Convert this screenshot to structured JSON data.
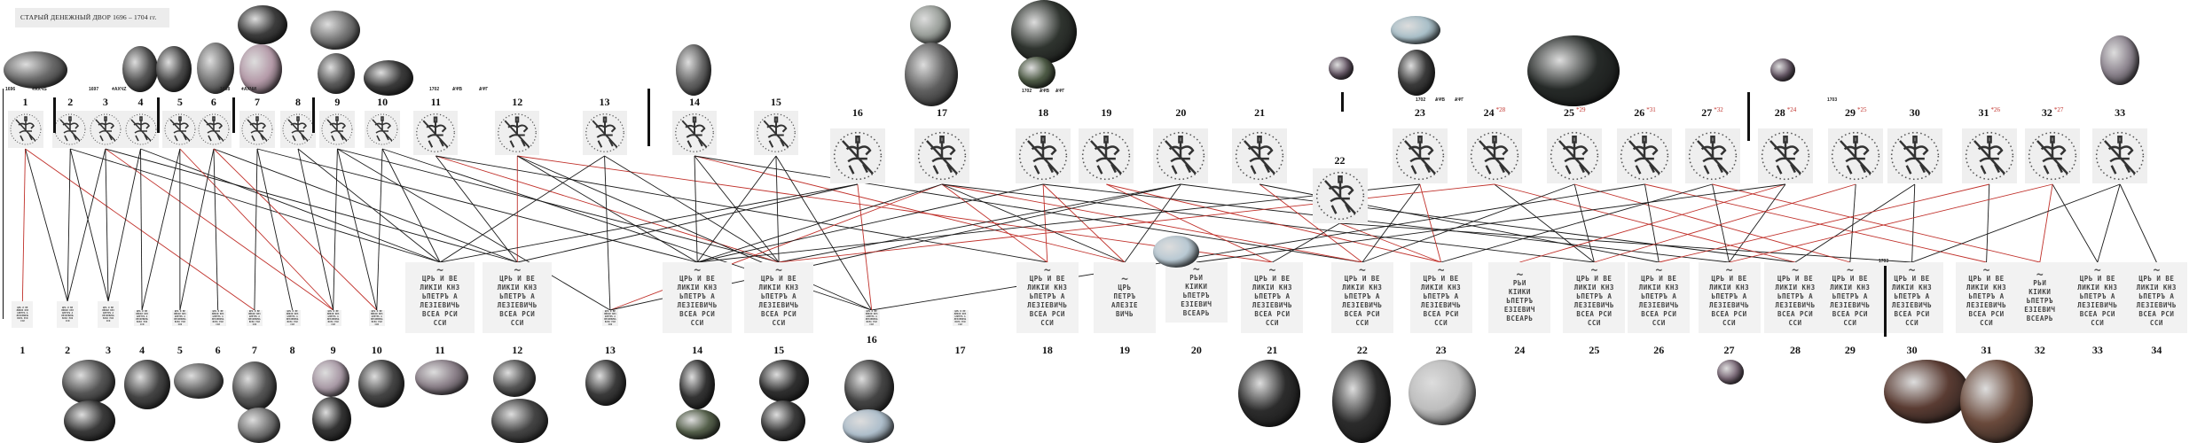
{
  "title": "СТАРЫЙ ДЕНЕЖНЫЙ ДВОР  1696 – 1704 гг.",
  "obverse_dies": [
    {
      "n": "1"
    },
    {
      "n": "2"
    },
    {
      "n": "3"
    },
    {
      "n": "4"
    },
    {
      "n": "5"
    },
    {
      "n": "6"
    },
    {
      "n": "7"
    },
    {
      "n": "8"
    },
    {
      "n": "9"
    },
    {
      "n": "10"
    },
    {
      "n": "11"
    },
    {
      "n": "12"
    },
    {
      "n": "13"
    },
    {
      "n": "14"
    },
    {
      "n": "15"
    },
    {
      "n": "16"
    },
    {
      "n": "17"
    },
    {
      "n": "18"
    },
    {
      "n": "19"
    },
    {
      "n": "20"
    },
    {
      "n": "21"
    },
    {
      "n": "22"
    },
    {
      "n": "23"
    },
    {
      "n": "24",
      "sup": "*28"
    },
    {
      "n": "25",
      "sup": "*29"
    },
    {
      "n": "26",
      "sup": "*31"
    },
    {
      "n": "27",
      "sup": "*32"
    },
    {
      "n": "28",
      "sup": "*24"
    },
    {
      "n": "29",
      "sup": "*25"
    },
    {
      "n": "30"
    },
    {
      "n": "31",
      "sup": "*26"
    },
    {
      "n": "32",
      "sup": "*27"
    },
    {
      "n": "33"
    }
  ],
  "date_marks": [
    "1696",
    "҂АХЧS",
    "1697",
    "҂АХЧZ",
    "1698",
    "҂АХЧИ",
    "1702",
    "ѦΨВ",
    "ѦΨГ",
    "1702",
    "ѦΨВ",
    "ѦΨГ",
    "1702",
    "ѦΨВ",
    "ѦΨГ",
    "1703"
  ],
  "legend_variants": [
    [
      "ЦРЬ И ВЕ",
      "ЛИКIИ КНЗ",
      "ЬПЕТРЪ А",
      "ЛЕЗIЕВИЧЬ",
      "ВСЕА РСИ",
      "ССИ"
    ],
    [
      "ЦРЬ",
      "ПЕТРЪ",
      "АЛЕЗIЕ",
      "ВИЧЬ"
    ],
    [
      "РЬИ",
      "КIИКИ",
      "ЬПЕТРЪ",
      "ЕЗIЕВИЧ",
      "ВСЕАРЬ"
    ]
  ],
  "reverse_dies": [
    {
      "n": "1",
      "v": 0
    },
    {
      "n": "2",
      "v": 0
    },
    {
      "n": "3",
      "v": 0
    },
    {
      "n": "4",
      "v": 0
    },
    {
      "n": "5",
      "v": 0
    },
    {
      "n": "6",
      "v": 0
    },
    {
      "n": "7",
      "v": 0
    },
    {
      "n": "8",
      "v": 0
    },
    {
      "n": "9",
      "v": 0
    },
    {
      "n": "10",
      "v": 0
    },
    {
      "n": "11",
      "v": 0
    },
    {
      "n": "12",
      "v": 0
    },
    {
      "n": "13",
      "v": 0
    },
    {
      "n": "14",
      "v": 0
    },
    {
      "n": "15",
      "v": 0
    },
    {
      "n": "16",
      "v": 0
    },
    {
      "n": "17",
      "v": 0
    },
    {
      "n": "18",
      "v": 0
    },
    {
      "n": "19",
      "v": 1
    },
    {
      "n": "20",
      "v": 2
    },
    {
      "n": "21",
      "v": 0
    },
    {
      "n": "22",
      "v": 0
    },
    {
      "n": "23",
      "v": 0
    },
    {
      "n": "24",
      "v": 2
    },
    {
      "n": "25",
      "v": 0
    },
    {
      "n": "26",
      "v": 0
    },
    {
      "n": "27",
      "v": 0
    },
    {
      "n": "28",
      "v": 0
    },
    {
      "n": "29",
      "v": 0
    },
    {
      "n": "30",
      "v": 0
    },
    {
      "n": "31",
      "v": 0
    },
    {
      "n": "32",
      "v": 2
    },
    {
      "n": "33",
      "v": 0
    },
    {
      "n": "34",
      "v": 0
    }
  ],
  "reverse_extra_label": "1703",
  "links": [
    [
      1,
      1,
      "red"
    ],
    [
      1,
      2,
      "black"
    ],
    [
      1,
      7,
      "red"
    ],
    [
      2,
      2,
      "black"
    ],
    [
      2,
      3,
      "black"
    ],
    [
      2,
      11,
      "black"
    ],
    [
      3,
      2,
      "black"
    ],
    [
      3,
      3,
      "black"
    ],
    [
      3,
      9,
      "red"
    ],
    [
      3,
      12,
      "black"
    ],
    [
      4,
      4,
      "black"
    ],
    [
      4,
      3,
      "black"
    ],
    [
      4,
      11,
      "black"
    ],
    [
      5,
      5,
      "black"
    ],
    [
      5,
      4,
      "black"
    ],
    [
      5,
      9,
      "red"
    ],
    [
      6,
      6,
      "black"
    ],
    [
      6,
      5,
      "black"
    ],
    [
      6,
      12,
      "black"
    ],
    [
      6,
      10,
      "red"
    ],
    [
      7,
      7,
      "black"
    ],
    [
      7,
      8,
      "black"
    ],
    [
      7,
      14,
      "black"
    ],
    [
      8,
      9,
      "black"
    ],
    [
      8,
      11,
      "black"
    ],
    [
      9,
      9,
      "black"
    ],
    [
      9,
      10,
      "black"
    ],
    [
      9,
      13,
      "black"
    ],
    [
      9,
      15,
      "black"
    ],
    [
      10,
      10,
      "black"
    ],
    [
      10,
      11,
      "black"
    ],
    [
      10,
      16,
      "black"
    ],
    [
      11,
      12,
      "black"
    ],
    [
      11,
      15,
      "red"
    ],
    [
      11,
      18,
      "black"
    ],
    [
      12,
      12,
      "red"
    ],
    [
      12,
      14,
      "black"
    ],
    [
      12,
      21,
      "red"
    ],
    [
      12,
      16,
      "black"
    ],
    [
      13,
      13,
      "black"
    ],
    [
      13,
      15,
      "black"
    ],
    [
      13,
      11,
      "black"
    ],
    [
      14,
      14,
      "black"
    ],
    [
      14,
      15,
      "black"
    ],
    [
      14,
      19,
      "red"
    ],
    [
      14,
      22,
      "black"
    ],
    [
      15,
      15,
      "black"
    ],
    [
      15,
      16,
      "black"
    ],
    [
      15,
      14,
      "black"
    ],
    [
      16,
      11,
      "black"
    ],
    [
      16,
      16,
      "red"
    ],
    [
      16,
      12,
      "black"
    ],
    [
      17,
      13,
      "red"
    ],
    [
      17,
      14,
      "black"
    ],
    [
      17,
      18,
      "red"
    ],
    [
      17,
      19,
      "black"
    ],
    [
      17,
      22,
      "red"
    ],
    [
      17,
      25,
      "black"
    ],
    [
      18,
      18,
      "red"
    ],
    [
      18,
      19,
      "red"
    ],
    [
      18,
      14,
      "black"
    ],
    [
      18,
      27,
      "black"
    ],
    [
      19,
      21,
      "red"
    ],
    [
      19,
      23,
      "red"
    ],
    [
      20,
      13,
      "black"
    ],
    [
      20,
      15,
      "black"
    ],
    [
      20,
      19,
      "black"
    ],
    [
      20,
      28,
      "black"
    ],
    [
      21,
      22,
      "red"
    ],
    [
      21,
      26,
      "black"
    ],
    [
      22,
      21,
      "black"
    ],
    [
      22,
      23,
      "red"
    ],
    [
      22,
      30,
      "black"
    ],
    [
      23,
      22,
      "black"
    ],
    [
      23,
      23,
      "red"
    ],
    [
      23,
      14,
      "black"
    ],
    [
      24,
      25,
      "black"
    ],
    [
      24,
      28,
      "red"
    ],
    [
      24,
      15,
      "red"
    ],
    [
      25,
      25,
      "black"
    ],
    [
      25,
      22,
      "black"
    ],
    [
      25,
      29,
      "red"
    ],
    [
      26,
      26,
      "black"
    ],
    [
      26,
      31,
      "red"
    ],
    [
      26,
      16,
      "black"
    ],
    [
      27,
      27,
      "black"
    ],
    [
      27,
      32,
      "red"
    ],
    [
      27,
      23,
      "black"
    ],
    [
      28,
      24,
      "red"
    ],
    [
      28,
      27,
      "black"
    ],
    [
      28,
      20,
      "black"
    ],
    [
      29,
      25,
      "red"
    ],
    [
      29,
      29,
      "black"
    ],
    [
      30,
      30,
      "black"
    ],
    [
      30,
      28,
      "black"
    ],
    [
      31,
      26,
      "red"
    ],
    [
      31,
      31,
      "black"
    ],
    [
      32,
      27,
      "red"
    ],
    [
      32,
      33,
      "black"
    ],
    [
      32,
      32,
      "red"
    ],
    [
      33,
      34,
      "black"
    ],
    [
      33,
      30,
      "black"
    ],
    [
      33,
      33,
      "black"
    ]
  ],
  "colors": {
    "link_black": "#1a1a1a",
    "link_red": "#c0302a",
    "die_bg": "#efefef",
    "card_bg": "#f2f2f2"
  }
}
